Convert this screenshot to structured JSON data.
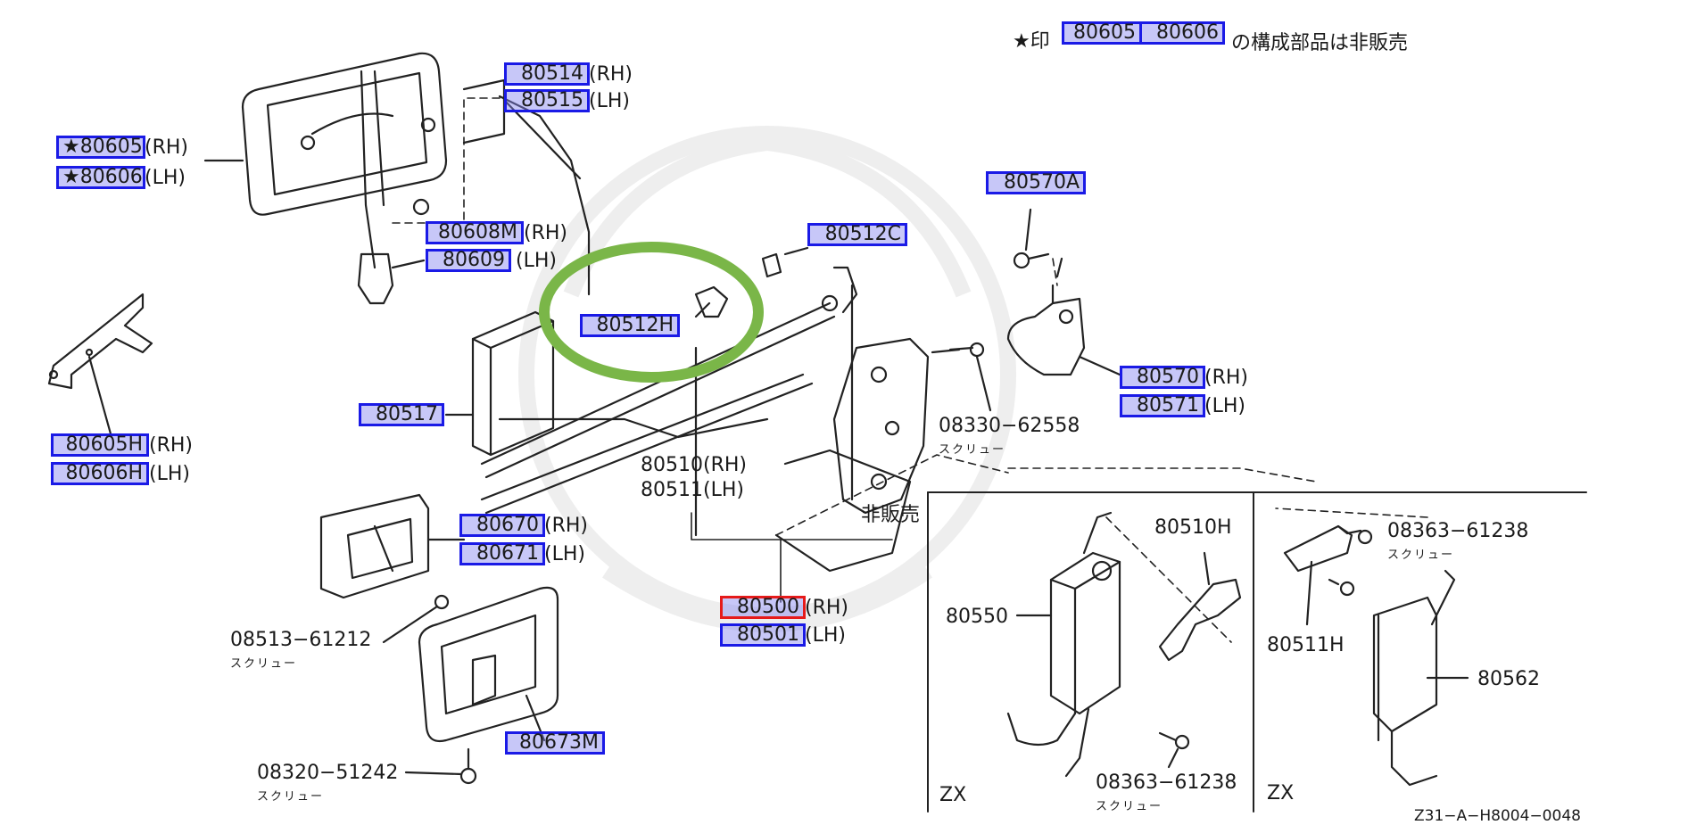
{
  "header_note": {
    "star_prefix": "★印",
    "part_a": "80605",
    "part_b": "80606",
    "suffix": "の構成部品は非販売"
  },
  "hotspots": [
    {
      "id": "80514",
      "side": "(RH)"
    },
    {
      "id": "80515",
      "side": "(LH)"
    },
    {
      "id": "80605",
      "side": "(RH)",
      "star": "★"
    },
    {
      "id": "80606",
      "side": "(LH)",
      "star": "★"
    },
    {
      "id": "80608M",
      "side": "(RH)"
    },
    {
      "id": "80609",
      "side": "(LH)"
    },
    {
      "id": "80512H",
      "side": ""
    },
    {
      "id": "80512C",
      "side": ""
    },
    {
      "id": "80570A",
      "side": ""
    },
    {
      "id": "80570",
      "side": "(RH)"
    },
    {
      "id": "80571",
      "side": "(LH)"
    },
    {
      "id": "80517",
      "side": ""
    },
    {
      "id": "80605H",
      "side": "(RH)"
    },
    {
      "id": "80606H",
      "side": "(LH)"
    },
    {
      "id": "80670",
      "side": "(RH)"
    },
    {
      "id": "80671",
      "side": "(LH)"
    },
    {
      "id": "80500",
      "side": "(RH)",
      "selected": true
    },
    {
      "id": "80501",
      "side": "(LH)"
    },
    {
      "id": "80673M",
      "side": ""
    }
  ],
  "labels": {
    "l80510": "80510(RH)",
    "l80511": "80511(LH)",
    "screw_08330": "08330−62558",
    "screw_08513": "08513−61212",
    "screw_08320": "08320−51242",
    "screw_word": "スクリュー",
    "not_sold": "非販売",
    "zx_80510h": "80510H",
    "zx_80550": "80550",
    "zx_08363a": "08363−61238",
    "zx_08363b": "08363−61238",
    "zx_80511h": "80511H",
    "zx_80562": "80562",
    "zx_left": "ZX",
    "zx_right": "ZX",
    "diagram_code": "Z31−A−H8004−0048"
  },
  "colors": {
    "hotspot_border": "#1a1ae6",
    "hotspot_selected": "#e61a1a",
    "highlight_ring": "#7ab648"
  }
}
